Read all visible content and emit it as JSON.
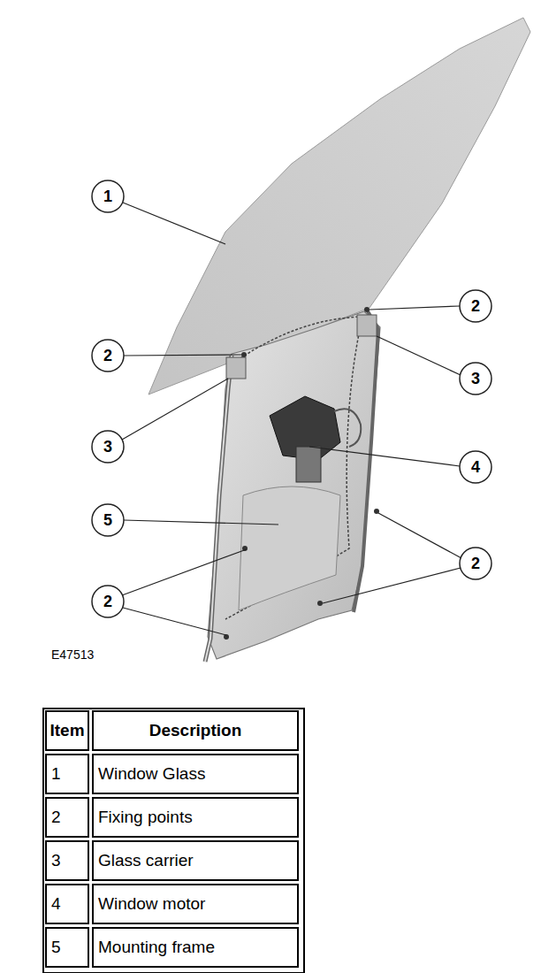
{
  "diagram": {
    "labels": [
      "1",
      "2",
      "2",
      "3",
      "3",
      "4",
      "5",
      "2",
      "2",
      "E47513",
      "Item",
      "Description",
      "1",
      "Window Glass",
      "2",
      "Fixing points",
      "3",
      "Glass carrier",
      "4",
      "Window motor",
      "5",
      "Mounting frame"
    ]
  }
}
